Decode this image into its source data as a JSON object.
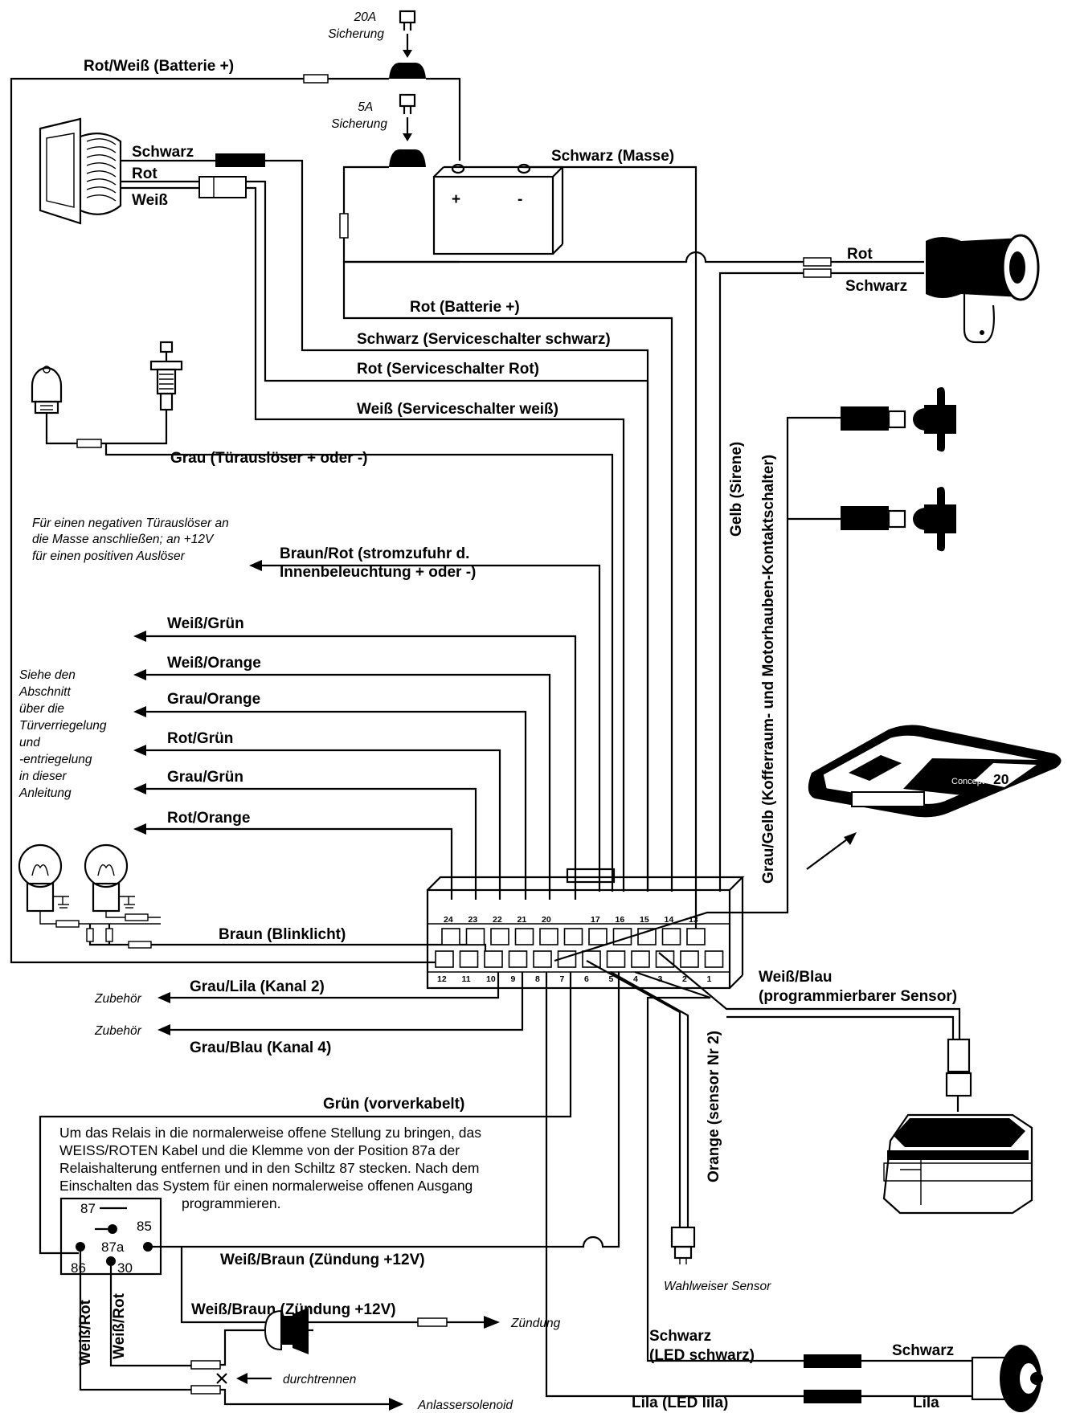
{
  "top": {
    "fuse20": [
      "20A",
      "Sicherung"
    ],
    "fuse5": [
      "5A",
      "Sicherung"
    ],
    "battery_feed": "Rot/Weiß (Batterie +)",
    "ground": "Schwarz (Masse)",
    "plus": "+",
    "minus": "-"
  },
  "service_switch": {
    "black": "Schwarz",
    "red": "Rot",
    "white": "Weiß"
  },
  "siren": {
    "red": "Rot",
    "black": "Schwarz"
  },
  "wires": {
    "red_battery": "Rot (Batterie +)",
    "black_service": "Schwarz (Serviceschalter schwarz)",
    "red_service": "Rot (Serviceschalter Rot)",
    "white_service": "Weiß (Serviceschalter weiß)",
    "grey_door": "Grau (Türauslöser + oder -)",
    "brown_red_1": "Braun/Rot (stromzufuhr d.",
    "brown_red_2": "Innenbeleuchtung + oder -)",
    "white_green": "Weiß/Grün",
    "white_orange": "Weiß/Orange",
    "grey_orange": "Grau/Orange",
    "red_green": "Rot/Grün",
    "grey_green": "Grau/Grün",
    "red_orange": "Rot/Orange",
    "brown_blink": "Braun (Blinklicht)",
    "grey_purple": "Grau/Lila (Kanal 2)",
    "grey_blue": "Grau/Blau (Kanal 4)",
    "green_prewired": "Grün (vorverkabelt)",
    "yellow_siren": "Gelb (Sirene)",
    "grey_yellow": "Grau/Gelb (Kofferraum- und Motorhauben-Kontaktschalter)",
    "white_blue_1": "Weiß/Blau",
    "white_blue_2": "(programmierbarer Sensor)",
    "orange_sensor": "Orange  (sensor Nr 2)",
    "white_brown_1": "Weiß/Braun (Zündung +12V)",
    "white_brown_2": "Weiß/Braun (Zündung +12V)",
    "white_red_1": "Weiß/Rot",
    "white_red_2": "Weiß/Rot",
    "led_black_1": "Schwarz",
    "led_black_2": "(LED schwarz)",
    "led_black_right": "Schwarz",
    "led_purple": "Lila (LED lila)",
    "led_purple_right": "Lila"
  },
  "notes": {
    "door_trigger": [
      "Für einen negativen Türauslöser an",
      "die Masse anschließen; an +12V",
      "für einen positiven Auslöser"
    ],
    "door_lock": [
      "Siehe den",
      "Abschnitt",
      "über die",
      "Türverriegelung",
      "und",
      "-entriegelung",
      "in dieser",
      "Anleitung"
    ],
    "accessory_1": "Zubehör",
    "accessory_2": "Zubehör",
    "relay": [
      "Um das Relais in die normalerweise offene Stellung zu bringen, das",
      "WEISS/ROTEN Kabel und die Klemme von der Position 87a der",
      "Relaishalterung entfernen und in den Schiltz 87 stecken. Nach dem",
      "Einschalten das System für einen normalerweise offenen Ausgang",
      "programmieren."
    ],
    "ignition": "Zündung",
    "cut": "durchtrennen",
    "starter": "Anlassersolenoid",
    "optional_sensor": "Wahlweiser Sensor"
  },
  "relay_pins": {
    "p87": "87",
    "p85": "85",
    "p87a": "87a",
    "p86": "86",
    "p30": "30"
  },
  "connector": {
    "top_pins": [
      "24",
      "23",
      "22",
      "21",
      "20",
      "",
      "17",
      "16",
      "15",
      "14",
      "13"
    ],
    "bottom_pins": [
      "12",
      "11",
      "10",
      "9",
      "8",
      "7",
      "6",
      "5",
      "4",
      "3",
      "2",
      "1"
    ]
  },
  "remote": {
    "brand": "Concept",
    "model": "20"
  }
}
